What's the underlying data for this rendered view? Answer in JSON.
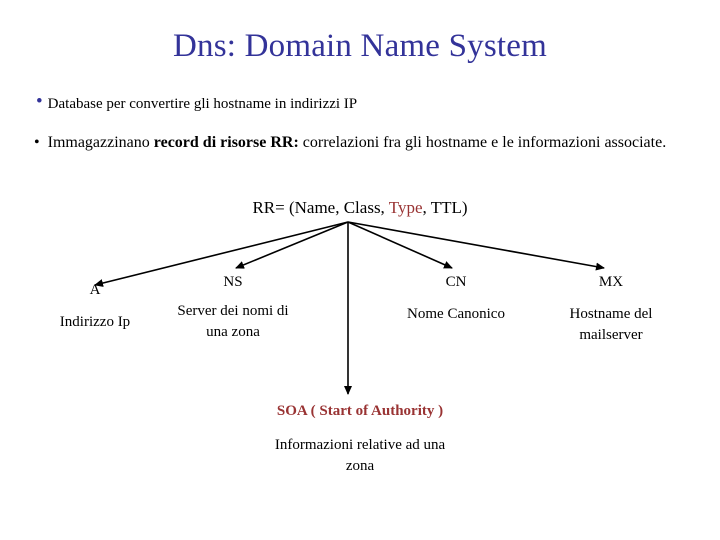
{
  "slide": {
    "title": "Dns: Domain Name System",
    "bullets": [
      {
        "marker": "•",
        "text": "Database per convertire gli hostname in indirizzi IP"
      },
      {
        "marker": "•",
        "text_before": " Immagazzinano ",
        "bold": "record di risorse RR:",
        "text_after": " correlazioni fra gli hostname e le informazioni associate."
      }
    ],
    "rr_definition": {
      "prefix": "RR= (Name, Class, ",
      "highlight": "Type",
      "suffix": ", TTL)"
    },
    "nodes": [
      {
        "id": "a",
        "head": "A",
        "desc": "Indirizzo Ip"
      },
      {
        "id": "ns",
        "head": "NS",
        "desc": "Server dei nomi di una zona"
      },
      {
        "id": "cn",
        "head": "CN",
        "desc": "Nome Canonico"
      },
      {
        "id": "mx",
        "head": "MX",
        "desc": "Hostname del mailserver"
      }
    ],
    "soa": {
      "head_prefix": "SOA ( ",
      "head_bold": "Start of Authority",
      "head_suffix": " )",
      "desc": "Informazioni relative ad una zona"
    },
    "colors": {
      "title": "#333399",
      "bullet_marker": "#333399",
      "highlight": "#993333",
      "text": "#000000",
      "background": "#ffffff"
    }
  }
}
